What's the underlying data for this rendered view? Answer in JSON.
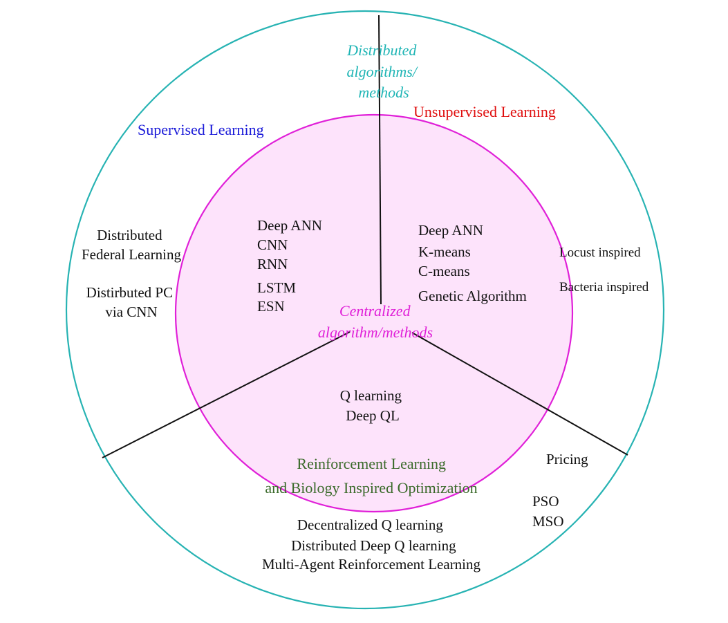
{
  "colors": {
    "outer_circle": "#27b3b3",
    "inner_circle_stroke": "#e020d8",
    "inner_circle_fill": "#fde3fb",
    "divider": "#111111",
    "supervised": "#1a1ad8",
    "unsupervised": "#e01010",
    "reinforcement": "#3a6a2a",
    "distributed": "#1fb5b5",
    "centralized": "#e020d8",
    "text": "#111111"
  },
  "labels": {
    "distributed": [
      "Distributed",
      "algorithms/",
      "methods"
    ],
    "centralized": [
      "Centralized",
      "algorithm/methods"
    ],
    "supervised_title": "Supervised Learning",
    "unsupervised_title": "Unsupervised Learning",
    "reinforcement_title": [
      "Reinforcement Learning",
      "and Biology Inspired Optimization"
    ]
  },
  "supervised": {
    "centralized": [
      "Deep ANN",
      "CNN",
      "RNN",
      "LSTM",
      "ESN"
    ],
    "distributed_group1": [
      "Distributed",
      "Federal Learning"
    ],
    "distributed_group2": [
      "Distirbuted PC",
      "via CNN"
    ]
  },
  "unsupervised": {
    "centralized": [
      "Deep ANN",
      "K-means",
      "C-means",
      "Genetic Algorithm"
    ],
    "distributed": [
      "Locust inspired",
      "Bacteria inspired"
    ]
  },
  "reinforcement": {
    "centralized": [
      "Q learning",
      "Deep QL"
    ],
    "distributed_bottom": [
      "Decentralized Q learning",
      "Distributed Deep Q learning",
      "Multi-Agent Reinforcement Learning"
    ],
    "distributed_right": [
      "Pricing",
      "PSO",
      "MSO"
    ]
  }
}
